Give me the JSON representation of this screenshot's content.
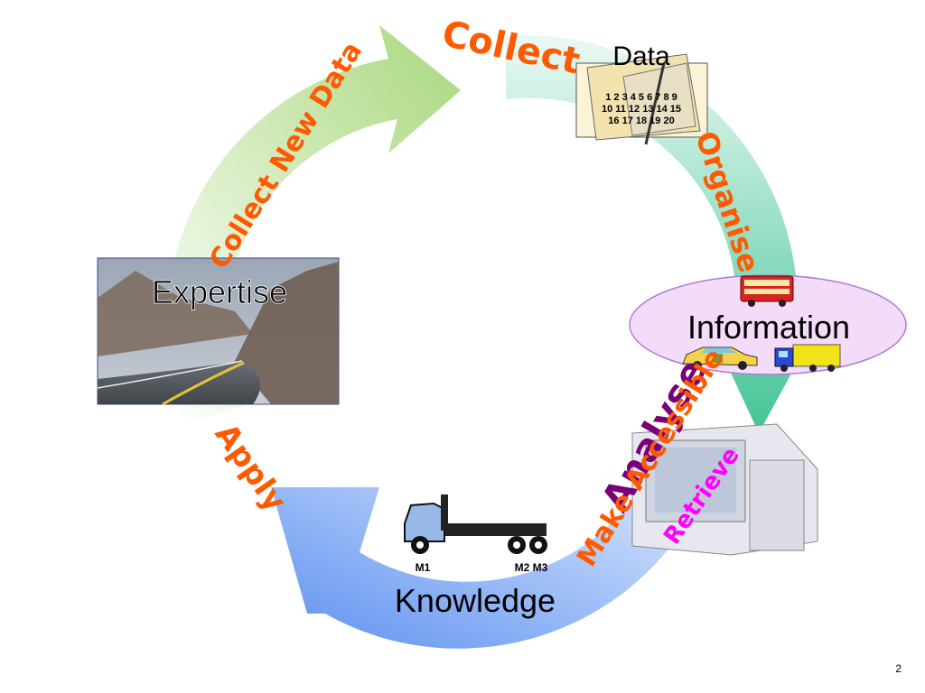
{
  "nodes": {
    "data": "Data",
    "information": "Information",
    "knowledge": "Knowledge",
    "expertise": "Expertise"
  },
  "arrow_labels": {
    "collect": "Collect",
    "collect_new_data": "Collect New Data",
    "organise": "Organise",
    "analyse": "Analyse",
    "make_accessible": "Make Accessible",
    "retrieve": "Retrieve",
    "apply": "Apply"
  },
  "calendar_numbers": [
    "1 2 3 4 5 6 7 8 9",
    "10 11 12 13 14 15",
    "16 17 18 19 20"
  ],
  "truck_labels": {
    "m1": "M1",
    "m2m3": "M2 M3"
  },
  "slide_number": "2",
  "colors": {
    "collect_text": "#ff5a00",
    "analyse_text": "#7a007a",
    "retrieve_text": "#ff00ff",
    "arrow_green": "#a6d77a",
    "arrow_teal": "#3fc39a",
    "arrow_blue": "#5b8ef0",
    "info_ellipse_fill": "#f3dcf8",
    "info_ellipse_stroke": "#b07ad8"
  }
}
